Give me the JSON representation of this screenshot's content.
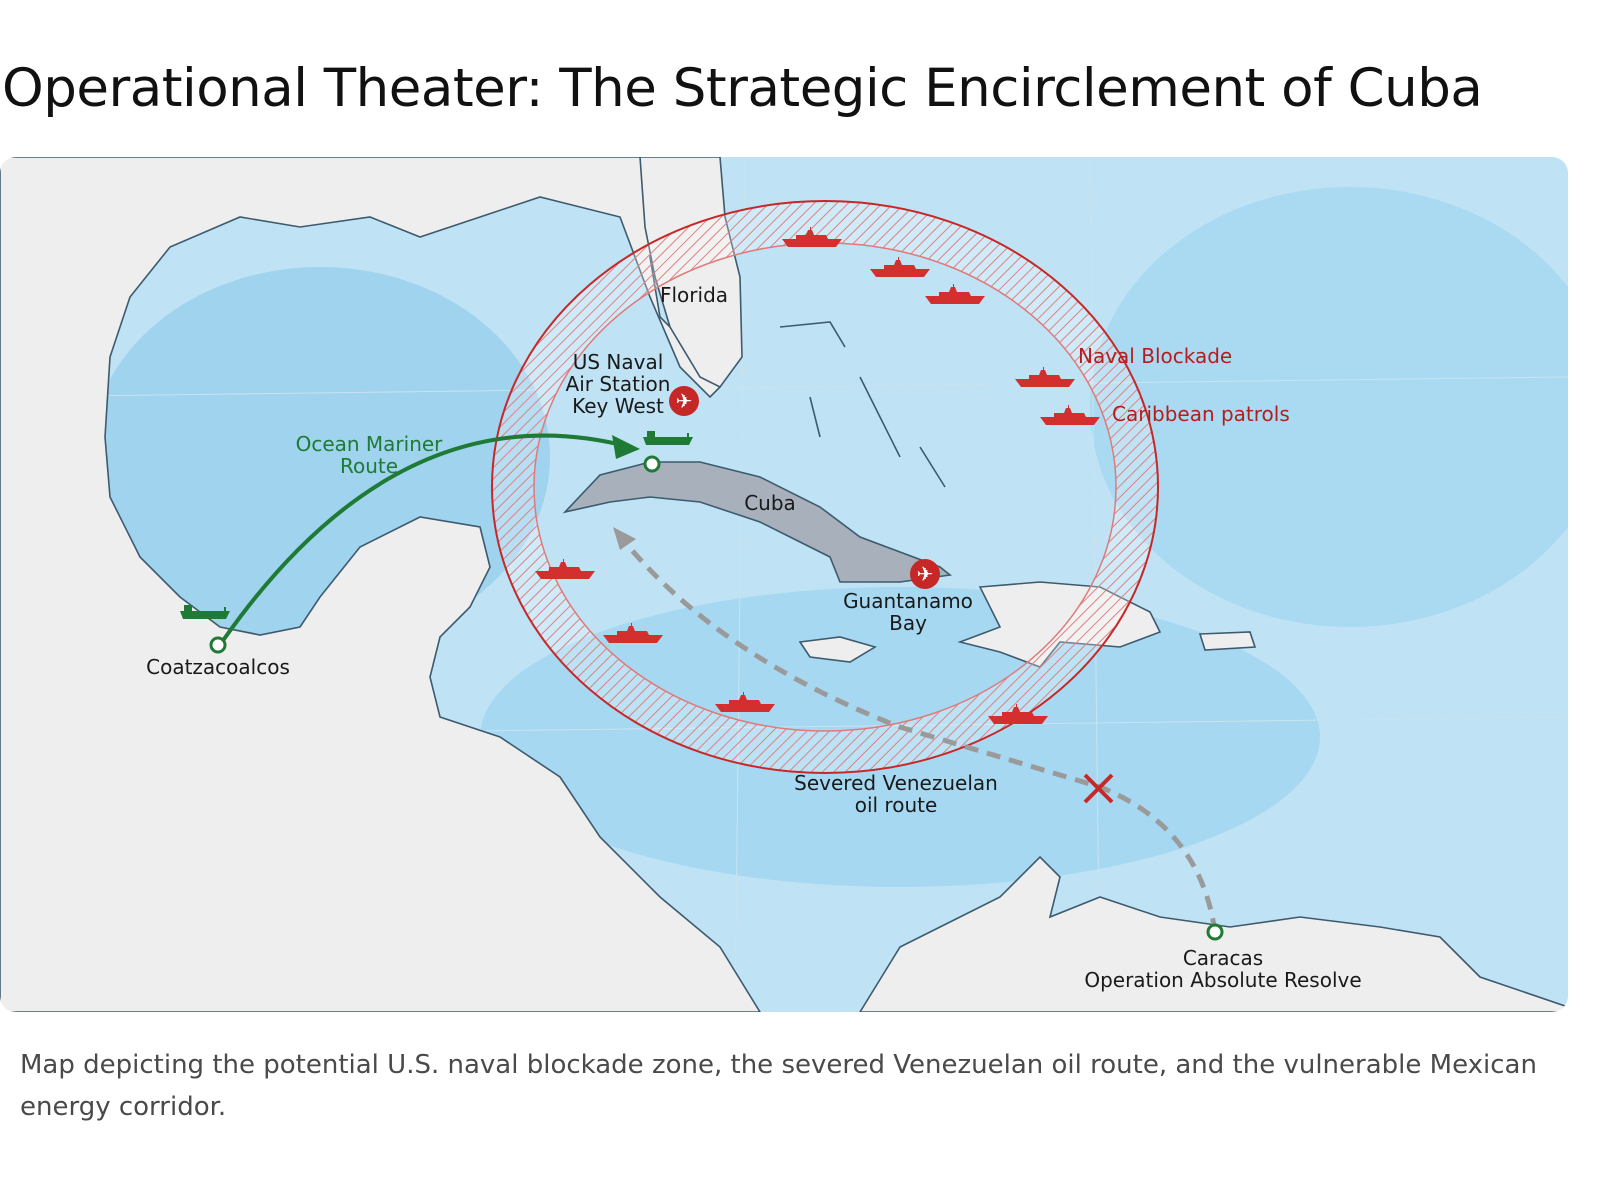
{
  "title": "Operational Theater: The Strategic Encirclement of Cuba",
  "caption": "Map depicting the potential U.S. naval blockade zone, the severed Venezuelan oil route, and the vulnerable Mexican energy corridor.",
  "colors": {
    "blockade": "#c62828",
    "route_green": "#1e7a34",
    "severed_gray": "#9a9a9a",
    "cuba_land": "#a7b0bb",
    "land": "#eeeeee",
    "sea": "#bfe3f5"
  },
  "map": {
    "labels": {
      "florida": "Florida",
      "key_west": [
        "US Naval",
        "Air Station",
        "Key West"
      ],
      "ocean_mariner": [
        "Ocean Mariner",
        "Route"
      ],
      "cuba": "Cuba",
      "guantanamo": [
        "Guantanamo",
        "Bay"
      ],
      "naval_blockade": "Naval Blockade",
      "caribbean_patrols": "Caribbean patrols",
      "coatzacoalcos": "Coatzacoalcos",
      "severed_route": [
        "Severed Venezuelan",
        "oil route"
      ],
      "caracas": [
        "Caracas",
        "Operation Absolute Resolve"
      ]
    },
    "icons": [
      "airbase-icon",
      "warship-icon",
      "tanker-icon",
      "severed-x-icon",
      "port-marker-icon"
    ]
  }
}
